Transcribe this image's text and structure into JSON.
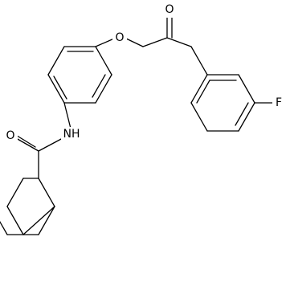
{
  "molecule": {
    "atoms": {
      "O_carbonyl_top": "O",
      "O_ether": "O",
      "F": "F",
      "NH": "NH",
      "O_amide": "O"
    },
    "colors": {
      "bond": "#000000",
      "label": "#000000",
      "background": "#ffffff"
    }
  }
}
